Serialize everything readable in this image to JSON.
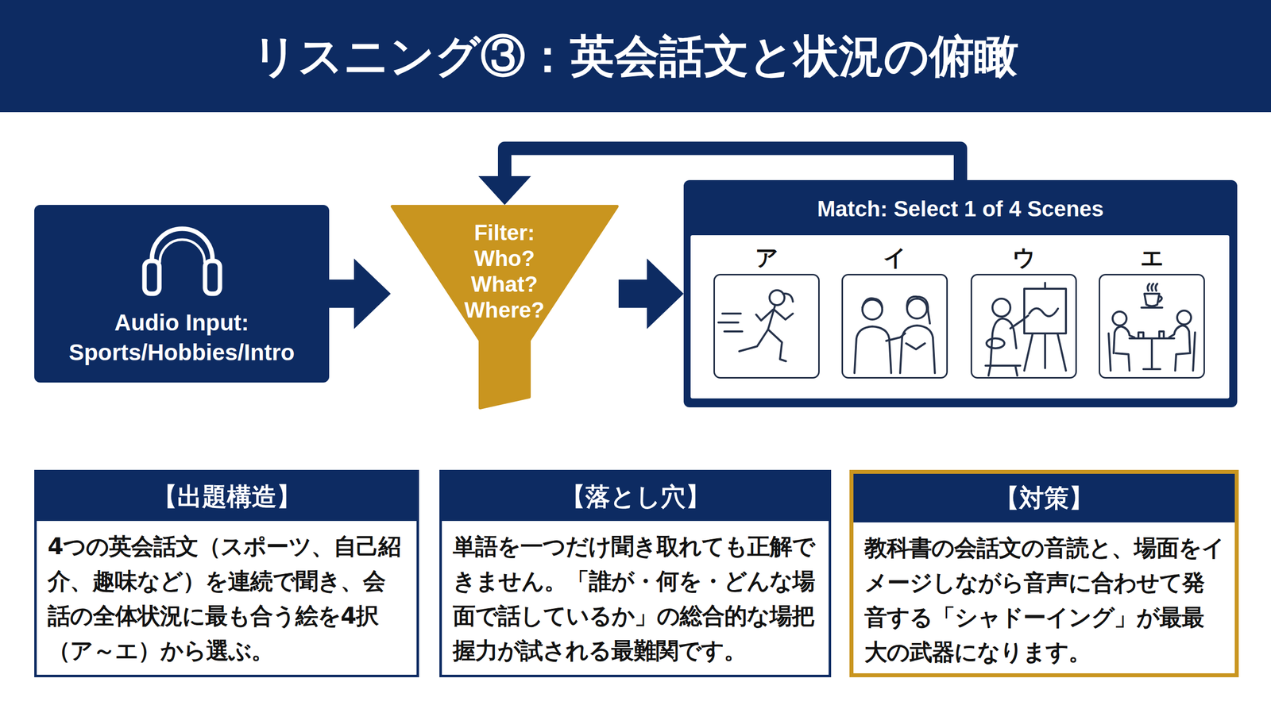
{
  "diagram": {
    "title": "リスニング③：英会話文と状況の俯瞰",
    "nodes": [
      {
        "text": [
          "Audio Input: Sports/Hobbies/Intro"
        ]
      },
      {
        "text": [
          "Filter: Who? What? Where?"
        ]
      },
      {
        "text": [
          "Match: Select 1 of 4 Scenes"
        ]
      },
      {
        "text": [
          "ア"
        ],
        "in": 2
      },
      {
        "text": [
          "イ"
        ],
        "in": 2
      },
      {
        "text": [
          "ウ"
        ],
        "in": 2
      },
      {
        "text": [
          "エ"
        ],
        "in": 2
      },
      {
        "text": [
          "【出題構造】",
          "4つの英会話文（スポーツ、自己紹介、趣味など）を連続で聞き、会話の全体状況に最も合う絵を4択（ア～エ）から選ぶ。"
        ]
      },
      {
        "text": [
          "【落とし穴】",
          "単語を一つだけ聞き取れても正解できません。「誰が・何を・どんな場面で話しているか」の総合的な場把握力が試される最難関です。"
        ]
      },
      {
        "text": [
          "【対策】",
          "教科書の会話文の音読と、場面をイメージしながら音声に合わせて発音する「シャドーイング」が最最大の武器になります。"
        ]
      }
    ],
    "edges": [
      {
        "from": 0,
        "to": 1,
        "arrow": "to"
      },
      {
        "from": 1,
        "to": 2,
        "arrow": "to"
      },
      {
        "from": 2,
        "to": 1,
        "arrow": "to"
      }
    ]
  }
}
